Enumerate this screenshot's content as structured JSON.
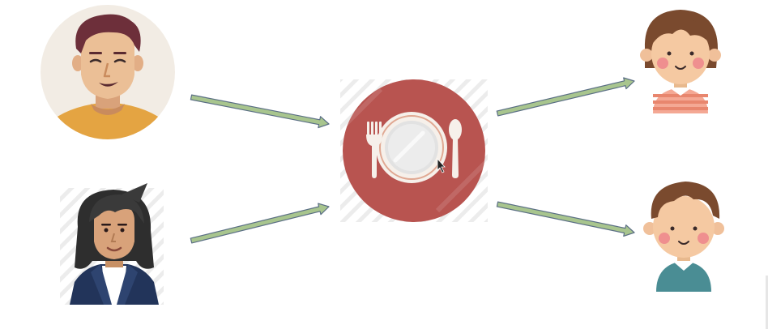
{
  "diagram": {
    "nodes": [
      {
        "id": "man",
        "icon": "man-avatar-icon",
        "role": "adult"
      },
      {
        "id": "woman",
        "icon": "woman-avatar-icon",
        "role": "adult"
      },
      {
        "id": "meal",
        "icon": "plate-with-fork-and-spoon-icon",
        "role": "center"
      },
      {
        "id": "girl",
        "icon": "girl-avatar-icon",
        "role": "child"
      },
      {
        "id": "boy",
        "icon": "boy-avatar-icon",
        "role": "child"
      }
    ],
    "edges": [
      {
        "from": "man",
        "to": "meal"
      },
      {
        "from": "woman",
        "to": "meal"
      },
      {
        "from": "meal",
        "to": "girl"
      },
      {
        "from": "meal",
        "to": "boy"
      }
    ],
    "colors": {
      "arrow_fill": "#a8c58e",
      "arrow_stroke": "#5b6f85",
      "plate_bg": "#b85450",
      "skin": "#e8b98e",
      "shirt_yellow": "#e4a442",
      "jacket_navy": "#22345a"
    }
  }
}
